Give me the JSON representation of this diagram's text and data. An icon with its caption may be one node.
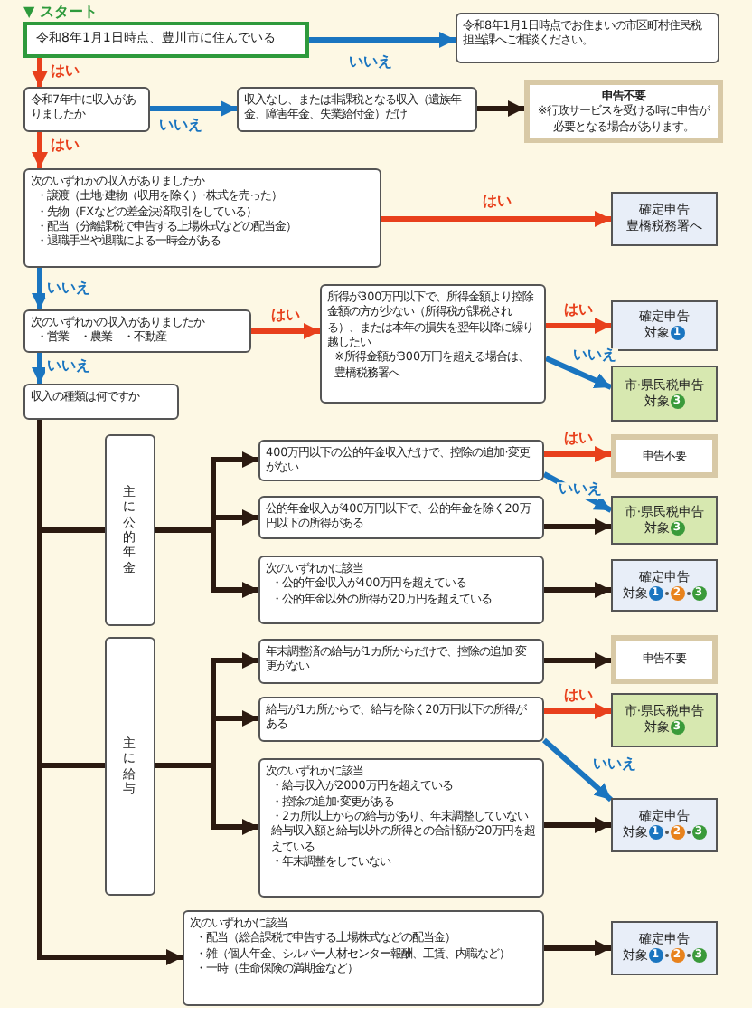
{
  "diagram": {
    "nodes": [
      {
        "text": [
          "令和8年1月1日時点、豊川市に住んでいる"
        ],
        "beside": [
          "▼ スタート"
        ]
      },
      {
        "text": [
          "令和8年1月1日時点でお住まいの市区町村住民税担当課へご相談ください。"
        ]
      },
      {
        "text": [
          "令和7年中に収入がありましたか"
        ]
      },
      {
        "text": [
          "収入なし、または非課税となる収入（遺族年金、障害年金、失業給付金）だけ"
        ]
      },
      {
        "text": [
          "申告不要",
          "※行政サービスを受ける時に申告が必要となる場合があります。"
        ]
      },
      {
        "text": [
          "次のいずれかの収入がありましたか",
          "・譲渡（土地·建物（収用を除く）·株式を売った）",
          "・先物（FXなどの差金決済取引をしている）",
          "・配当（分離課税で申告する上場株式などの配当金）",
          "・退職手当や退職による一時金がある"
        ]
      },
      {
        "text": [
          "確定申告",
          "豊橋税務署へ"
        ]
      },
      {
        "text": [
          "次のいずれかの収入がありましたか",
          "・営業　・農業　・不動産"
        ]
      },
      {
        "text": [
          "所得が300万円以下で、所得金額より控除金額の方が少ない（所得税が課税される）、または本年の損失を翌年以降に繰り越したい",
          "※所得金額が300万円を超える場合は、豊橋税務署へ"
        ]
      },
      {
        "text": [
          "確定申告",
          "対象",
          "1"
        ]
      },
      {
        "text": [
          "市·県民税申告",
          "対象",
          "3"
        ]
      },
      {
        "text": [
          "収入の種類は何ですか"
        ]
      },
      {
        "text": [
          "主に公的年金"
        ]
      },
      {
        "text": [
          "400万円以下の公的年金収入だけで、控除の追加·変更がない"
        ]
      },
      {
        "text": [
          "申告不要"
        ]
      },
      {
        "text": [
          "公的年金収入が400万円以下で、公的年金を除く20万円以下の所得がある"
        ]
      },
      {
        "text": [
          "市·県民税申告",
          "対象",
          "3"
        ]
      },
      {
        "text": [
          "次のいずれかに該当",
          "・公的年金収入が400万円を超えている",
          "・公的年金以外の所得が20万円を超えている"
        ]
      },
      {
        "text": [
          "確定申告",
          "対象",
          "1",
          "2",
          "3"
        ]
      },
      {
        "text": [
          "主に給与"
        ]
      },
      {
        "text": [
          "年末調整済の給与が1カ所からだけで、控除の追加·変更がない"
        ]
      },
      {
        "text": [
          "申告不要"
        ]
      },
      {
        "text": [
          "給与が1カ所からで、給与を除く20万円以下の所得がある"
        ]
      },
      {
        "text": [
          "市·県民税申告",
          "対象",
          "3"
        ]
      },
      {
        "text": [
          "次のいずれかに該当",
          "・給与収入が2000万円を超えている",
          "・控除の追加·変更がある",
          "・2カ所以上からの給与があり、年末調整していない給与収入額と給与以外の所得との合計額が20万円を超えている",
          "・年末調整をしていない"
        ]
      },
      {
        "text": [
          "確定申告",
          "対象",
          "1",
          "2",
          "3"
        ]
      },
      {
        "text": [
          "次のいずれかに該当",
          "・配当（総合課税で申告する上場株式などの配当金）",
          "・雑（個人年金、シルバー人材センター報酬、工賃、内職など）",
          "・一時（生命保険の満期金など）"
        ]
      },
      {
        "text": [
          "確定申告",
          "対象",
          "1",
          "2",
          "3"
        ]
      }
    ],
    "edges": [
      {
        "from": 0,
        "to": 1,
        "arrow": "to",
        "label": "いいえ",
        "color": "#1a75c0"
      },
      {
        "from": 0,
        "to": 2,
        "arrow": "to",
        "label": "はい",
        "color": "#e8401c"
      },
      {
        "from": 2,
        "to": 3,
        "arrow": "to",
        "label": "いいえ",
        "color": "#1a75c0"
      },
      {
        "from": 3,
        "to": 4,
        "arrow": "to"
      },
      {
        "from": 2,
        "to": 5,
        "arrow": "to",
        "label": "はい",
        "color": "#e8401c"
      },
      {
        "from": 5,
        "to": 6,
        "arrow": "to",
        "label": "はい",
        "color": "#e8401c"
      },
      {
        "from": 5,
        "to": 7,
        "arrow": "to",
        "label": "いいえ",
        "color": "#1a75c0"
      },
      {
        "from": 7,
        "to": 8,
        "arrow": "to",
        "label": "はい",
        "color": "#e8401c"
      },
      {
        "from": 8,
        "to": 9,
        "arrow": "to",
        "label": "はい",
        "color": "#e8401c"
      },
      {
        "from": 8,
        "to": 10,
        "arrow": "to",
        "label": "いいえ",
        "color": "#1a75c0"
      },
      {
        "from": 7,
        "to": 11,
        "arrow": "to",
        "label": "いいえ",
        "color": "#1a75c0"
      },
      {
        "from": 11,
        "to": 12,
        "arrow": "none"
      },
      {
        "from": 11,
        "to": 19,
        "arrow": "none"
      },
      {
        "from": 11,
        "to": 26,
        "arrow": "to"
      },
      {
        "from": 12,
        "to": 13,
        "arrow": "to"
      },
      {
        "from": 12,
        "to": 15,
        "arrow": "to"
      },
      {
        "from": 12,
        "to": 17,
        "arrow": "to"
      },
      {
        "from": 13,
        "to": 14,
        "arrow": "to",
        "label": "はい",
        "color": "#e8401c"
      },
      {
        "from": 13,
        "to": 16,
        "arrow": "to",
        "label": "いいえ",
        "color": "#1a75c0"
      },
      {
        "from": 15,
        "to": 16,
        "arrow": "to"
      },
      {
        "from": 17,
        "to": 18,
        "arrow": "to"
      },
      {
        "from": 19,
        "to": 20,
        "arrow": "to"
      },
      {
        "from": 19,
        "to": 22,
        "arrow": "to"
      },
      {
        "from": 19,
        "to": 24,
        "arrow": "to"
      },
      {
        "from": 20,
        "to": 21,
        "arrow": "to"
      },
      {
        "from": 22,
        "to": 23,
        "arrow": "to",
        "label": "はい",
        "color": "#e8401c"
      },
      {
        "from": 22,
        "to": 25,
        "arrow": "to",
        "label": "いいえ",
        "color": "#1a75c0"
      },
      {
        "from": 24,
        "to": 25,
        "arrow": "to"
      },
      {
        "from": 26,
        "to": 27,
        "arrow": "to"
      }
    ]
  }
}
